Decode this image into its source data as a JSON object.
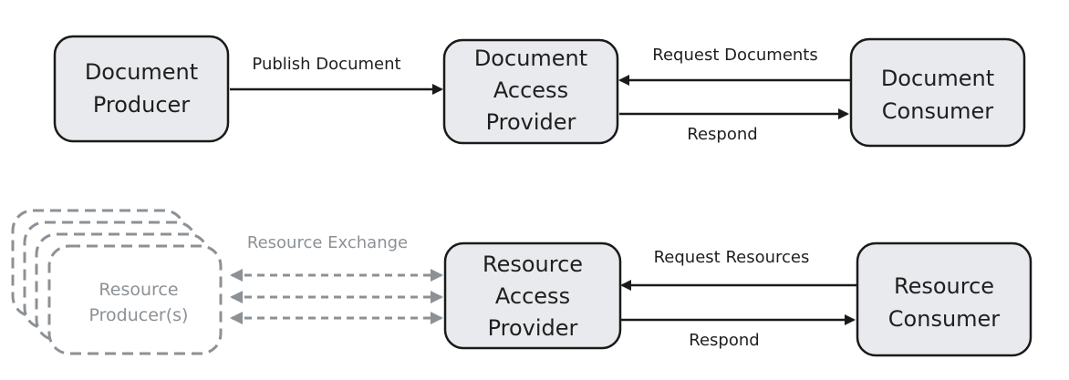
{
  "colors": {
    "box_fill": "#e8eaed",
    "box_stroke": "#1a1a1a",
    "arrow": "#1a1a1a",
    "ghost": "#8c9196"
  },
  "top_row": {
    "producer": [
      "Document",
      "Producer"
    ],
    "provider": [
      "Document",
      "Access",
      "Provider"
    ],
    "consumer": [
      "Document",
      "Consumer"
    ],
    "publish_label": "Publish Document",
    "request_label": "Request Documents",
    "respond_label": "Respond"
  },
  "bottom_row": {
    "producers": [
      "Resource",
      "Producer(s)"
    ],
    "provider": [
      "Resource",
      "Access",
      "Provider"
    ],
    "consumer": [
      "Resource",
      "Consumer"
    ],
    "exchange_label": "Resource Exchange",
    "request_label": "Request Resources",
    "respond_label": "Respond"
  }
}
